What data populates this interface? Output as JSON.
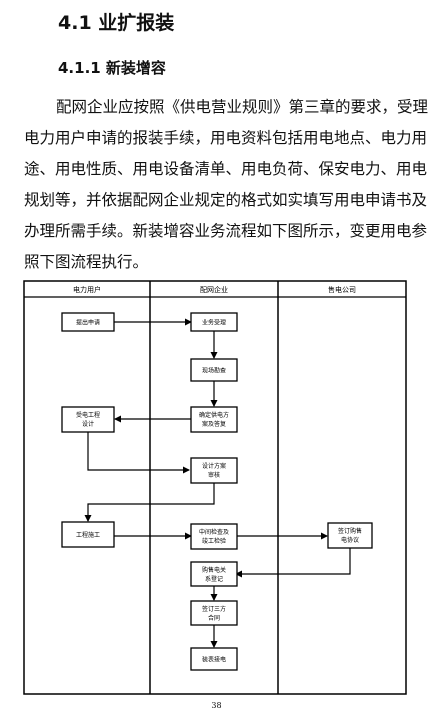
{
  "heading": "4.1 业扩报装",
  "subheading": "4.1.1  新装增容",
  "paragraph_lines": [
    "配网企业应按照《供电营业规则》第三章的要求，受理",
    "电力用户申请的报装手续，用电资料包括用电地点、电力用",
    "途、用电性质、用电设备清单、用电负荷、保安电力、用电",
    "规划等，并依据配网企业规定的格式如实填写用电申请书及",
    "办理所需手续。新装增容业务流程如下图所示，变更用电参",
    "照下图流程执行。"
  ],
  "flowchart": {
    "lanes": [
      "电力用户",
      "配网企业",
      "售电公司"
    ],
    "boxes": {
      "apply": [
        "提出申请"
      ],
      "accept": [
        "业务受理"
      ],
      "survey": [
        "现场勘查"
      ],
      "plan": [
        "确定供电方",
        "案及答复"
      ],
      "design": [
        "受电工程",
        "设计"
      ],
      "review": [
        "设计方案",
        "审核"
      ],
      "construct": [
        "工程施工"
      ],
      "inspect": [
        "中间检查及",
        "竣工检验"
      ],
      "sign_sale": [
        "签订购售",
        "电协议"
      ],
      "register": [
        "购售电关",
        "系登记"
      ],
      "sign_three": [
        "签订三方",
        "合同"
      ],
      "install": [
        "装表接电"
      ]
    }
  },
  "page_number": "38"
}
